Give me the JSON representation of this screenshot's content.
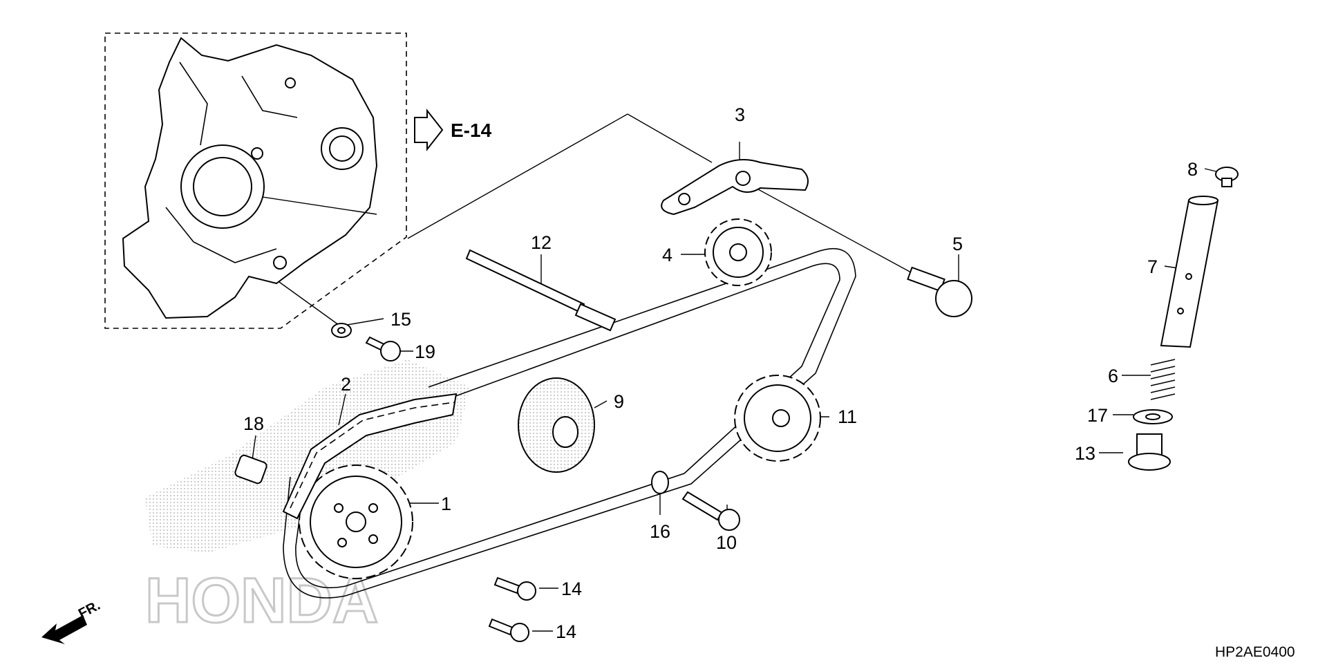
{
  "diagram": {
    "reference_code": "HP2AE0400",
    "cross_reference": "E-14",
    "front_marker": "FR.",
    "watermark": "HONDA",
    "colors": {
      "line": "#000000",
      "background": "#ffffff",
      "watermark": "#c8c8c8"
    },
    "callouts": [
      {
        "id": "1",
        "label": "1"
      },
      {
        "id": "2",
        "label": "2"
      },
      {
        "id": "3",
        "label": "3"
      },
      {
        "id": "4",
        "label": "4"
      },
      {
        "id": "5",
        "label": "5"
      },
      {
        "id": "6",
        "label": "6"
      },
      {
        "id": "7",
        "label": "7"
      },
      {
        "id": "8",
        "label": "8"
      },
      {
        "id": "9",
        "label": "9"
      },
      {
        "id": "10",
        "label": "10"
      },
      {
        "id": "11",
        "label": "11"
      },
      {
        "id": "12",
        "label": "12"
      },
      {
        "id": "13",
        "label": "13"
      },
      {
        "id": "14a",
        "label": "14"
      },
      {
        "id": "14b",
        "label": "14"
      },
      {
        "id": "15",
        "label": "15"
      },
      {
        "id": "16",
        "label": "16"
      },
      {
        "id": "17",
        "label": "17"
      },
      {
        "id": "18",
        "label": "18"
      },
      {
        "id": "19",
        "label": "19"
      }
    ]
  }
}
